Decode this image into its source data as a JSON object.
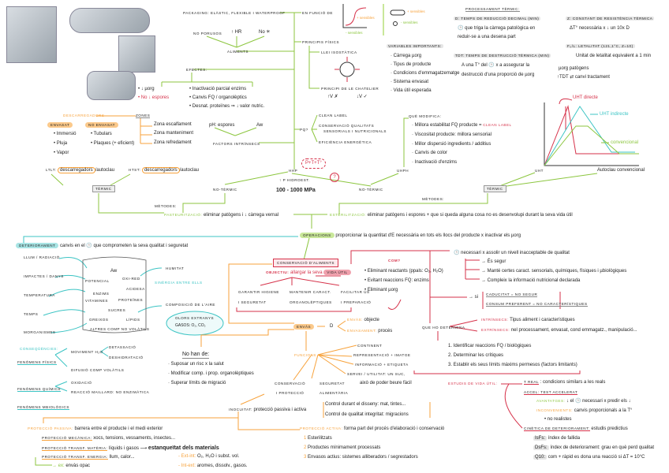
{
  "top": {
    "packaging": "PACKAGING: elàstic, flexible i waterproof",
    "en_funcio": "EN FUNCIÓ DE",
    "graph_more": "+ sensibles",
    "graph_less": "- sensibles",
    "pill_more": "+ sensibles",
    "circle_less": "- sensibles",
    "no_porusos": "NO PORUSOS",
    "hr": "↑ HR",
    "no_ice": "No ✳",
    "aliments": "ALIMENTS",
    "principis": "PRINCIPIS FÍSICS",
    "llei": "LLEI ISOSTÀTICA",
    "chatelier": "PRINCIPI DE LE CHATELIER",
    "v_up": "↑V ✗",
    "v_down": "↓V ✓",
    "efectes": "EFECTES:",
    "efectes_left": [
      "• ↓ µorg",
      "• No ↓ espores"
    ],
    "efectes_right": [
      "• Inactivació parcial enzims",
      "• Canvis FQ / organolèptics",
      "• Desnat. proteïnes ⇒ ↓ valor nutric."
    ],
    "variables_title": "VARIABLES IMPORTANTS:",
    "variables": [
      "· Càrrega µorg",
      "· Tipus de producte",
      "· Condicions d'emmagatzematge",
      "· Sistema envasat",
      "· Vida útil esperada"
    ]
  },
  "thermal": {
    "title": "PROCESSAMENT TÈRMIC:",
    "d_title": "D: TEMPS DE REDUCCIÓ DECIMAL (min)",
    "d_text": [
      "🕒 que triga la càrrega patològica en",
      "reduir-se a una desena part"
    ],
    "z_title": "z: CONSTANT DE RESISTÈNCIA TÈRMICA",
    "z_text": "ΔT° necessària x ↓ un 10x D",
    "f_title": "F₀/L: LETALITAT (121,1°C, z=10)",
    "f_text": "Unitat de letalitat equivalent a 1 min",
    "tdt_title": "TDT: TEMPS DE DESTRUCCIÓ TÈRMICA (min)",
    "tdt_text": [
      "A una T° del 🕒 x a assegurar la",
      "destrucció d'una proporció de µorg"
    ],
    "tdt_a": "µorg patògens",
    "tdt_b": "↑TDT ⇄ canvi tractament"
  },
  "chart": {
    "uht_directe": "UHT directe",
    "uht_indirecte": "UHT indirecte",
    "convencional": "convencional",
    "colors": {
      "directe": "#d6324a",
      "indirecte": "#3cc4c4",
      "convencional": "#8cc63f"
    }
  },
  "middle": {
    "descarregadors": "DESCARREGADORS",
    "zones": "ZONES",
    "zones_list": [
      "Zona escalfament",
      "Zona manteniment",
      "Zona refredament"
    ],
    "envasat": "ENVASAT",
    "no_envasat": "NO ENVASAT",
    "envasat_list": [
      "• Immersió",
      "• Pluja",
      "• Vapor"
    ],
    "no_envasat_list": [
      "• Tubulars",
      "• Plaques (+ eficient)"
    ],
    "ph": "pH: espores",
    "aw": "Aw",
    "factors": "FACTORS INTRÍNSECS",
    "pq": "PQ?",
    "pq_list": [
      "CLEAN LABEL",
      "CONSERVACIÓ QUALITATS",
      "SENSORIALS I NUTRICIONALS",
      "EFICIÈNCIA ENERGÈTICA"
    ],
    "que_modifica": "QUÈ MODIFICA:",
    "modifica_list": [
      "· Millora estabilitat FQ producte =",
      "· Viscositat producte: millora sensorial",
      "· Millor dispersió ingredients / additius",
      "· Canvis de color",
      "· Inactivació d'enzims"
    ],
    "clean_label": "CLEAN LABEL",
    "ptt": "P+T+T°",
    "hhp": "HHP",
    "hidro": "↑ P HIDROEST.",
    "mpa": "100 - 1000 MPa",
    "question": "?",
    "uhph": "UHPH",
    "uht": "UHT",
    "autoclau": "Autoclau convencional",
    "ltlt": "LTLT:",
    "htst": "HTST:",
    "desc": "descarregadors",
    "autoclau_s": "/autoclau",
    "termic": "TÈRMIC",
    "no_termic": "NO-TÈRMIC",
    "metodes": "MÈTODES:",
    "pasteur_label": "PASTEURITZACIÓ:",
    "pasteur_text": "eliminar patògens i ↓ càrrega vernal",
    "ester_label": "ESTERILITZACIÓ:",
    "ester_text": "eliminar patògens i espores + que si queda alguna cosa no es desenvolupi durant la seva vida útil",
    "operacions": "OPERACIONS",
    "operacions_text": "proporcionar la quantitat d'E necessària en tots els llocs del producte x inactivar els µorg"
  },
  "deterior": {
    "label": "DETERIORAMENT",
    "text": "canvis en el 🕒 que comprometen la seva qualitat i seguretat",
    "causes": [
      "LLUM / RADIACIÓ",
      "IMPACTES / DANYS",
      "TEMPERATURA",
      "TEMPS",
      "µORGANISMES"
    ],
    "inside": [
      "Aw",
      "POTENCIAL",
      "OXI-RED",
      "ACIDESA",
      "ENZIMS",
      "VITAMINES",
      "PROTEÏNES",
      "SUCRES",
      "GREIXOS",
      "LÍPIDS",
      "ALTRES COMP NO VOLÀTILS"
    ],
    "humitat": "HUMITAT",
    "sinergia": "SINÈRGIA ENTRE ELLS",
    "aire": "COMPOSICIÓ DE L'AIRE",
    "olors": "OLORS EXTRANYS",
    "gasos": "GASOS: O₂, CO₂",
    "consequencies": "CONSEQÜÈNCIES:",
    "fisics": "FENÒMENS FÍSICS",
    "moviment": "MOVIMENT H₂O",
    "detassacio": "DETASSACIÓ",
    "deshidratacio": "DESHIDRATACIÓ",
    "difusio": "DIFUSIÓ COMP VOLÀTILS",
    "quimics": "FENÒMENS QUÍMICS",
    "oxidacio": "OXIDACIÓ",
    "maillard": "REACCIÓ MAILLARD: NO ENZIMÀTICA",
    "biologics": "FENÒMENS µBIOLÒGICS"
  },
  "conservacio": {
    "title": "CONSERVACIÓ D'ALIMENTS",
    "objectiu": "OBJECTIU:",
    "objectiu_text": "allargar la seva",
    "vida_util": "VIDA ÚTIL",
    "goals": [
      [
        "GARANTIR HIGIENE",
        "I SEGURETAT"
      ],
      [
        "MANTENIR CARACT.",
        "ORGANOLÈPTIQUES"
      ],
      [
        "FACILITAR ÚS",
        "I PREPARACIÓ"
      ]
    ],
    "com": "COM?",
    "com_list": [
      "• Eliminant reactants (ppals: O₂, H₂O)",
      "• Evitant reaccions FQ: enzims",
      "• Eliminant µorg"
    ]
  },
  "envas": {
    "label": "ENVÀS",
    "d": "D",
    "envas_obj": "ENVÀS:",
    "objecte": "objecte",
    "envasament": "ENVASAMENT:",
    "proces": "procés",
    "no_han": "No han de:",
    "no_han_list": [
      "· Suposar un risc x la salut",
      "· Modificar comp. i prop. organolèptiques",
      "· Superar límits de migració"
    ],
    "funcions": "FUNCIONS",
    "funcions_list": [
      "CONTINENT",
      "REPRESENTACIÓ + imatge",
      "INFORMACIÓ + etiqueta",
      "SERVEI / UTILITAT: un suc,"
    ],
    "servei_note": "això de poder beure fàcil",
    "cons_prot": [
      "CONSERVACIÓ",
      "I PROTECCIÓ"
    ],
    "seguretat": [
      "SEGURETAT",
      "ALIMENTÀRIA"
    ],
    "inocuitat": "INOCUITAT:",
    "inocuitat_text": "protecció passiva i activa",
    "control": [
      "Control durant el disseny: mat, tintes...",
      "Control de qualitat integritat: migracions"
    ],
    "passiva_label": "PROTECCIÓ PASSIVA:",
    "passiva_text": "barrera entre el producte i el medi exterior",
    "mecanica": "PROTECCIÓ MECÀNICA:",
    "mecanica_text": "xocs, tensions, vessaments, insectes...",
    "materia": "PROTECCIÓ TRANSF. MATÈRIA:",
    "materia_text": "líquids i gasos ⟶",
    "estanq": "estanqueïtat dels materials",
    "energia": "PROTECCIÓ TRANSF. ENERGIA:",
    "energia_text": "llum, calor...",
    "ex": "→ ex:",
    "ex_text": "envàs opac",
    "ext_int": "- Ext-int:",
    "ext_int_text": "O₂, H₂O i subst. vol.",
    "int_ext": "- Int-ext:",
    "int_ext_text": "aromes, dissolv., gasos.",
    "activa_label": "PROTECCIÓ ACTIVA:",
    "activa_text": "forma part del procés d'elaboració i conservació",
    "activa_list": [
      [
        "1",
        "Esterilitzats"
      ],
      [
        "2",
        "Productes mínimament processats"
      ],
      [
        "3",
        "Envasos actius: sistemes alliberadors / segrestadors"
      ]
    ]
  },
  "vida": {
    "clock_text": "🕒 necessari x assolir un nivell inacceptable de qualitat",
    "list": [
      "→ És segur",
      "→ Manté certes caract. sensorials, químiques, físiques i µbiològiques",
      "→ Compleix la informació nutricional declarada"
    ],
    "si": "→ si",
    "caducitat": "CADUCITAT = NO SEGUR",
    "consum": "CONSUM PREFERENT = NO CARACTERÍSTIQUES",
    "determina": "QUE HO DETERMINA",
    "intrinsecs": "INTRÍNSECS:",
    "intrinsecs_text": "Tipus aliment i característiques",
    "extrinsecs": "EXTRÍNSECS:",
    "extrinsecs_text": "nel processament, envasat, cond emmagatz., manipulació...",
    "steps": [
      "1. Identificar reaccions FQ / biològiques",
      "2. Determinar les crítiques",
      "3. Establir els seus límits màxims permesos (factors limitants)"
    ],
    "estudis": "ESTUDIS DE VIDA ÚTIL:",
    "real": "T REAL",
    "real_text": ": condicions similars a les reals",
    "accel": "ACCEL: TEST ACCELERAT",
    "avantatges": "AVANTATGES:",
    "avantatges_text": "↓ el 🕒 necessari x predir els ↓",
    "inconvenients": "INCONVENIENTS:",
    "inconvenients_text": "canvis proporcionals a la T°",
    "no_realistes": "• no realistes",
    "cinetica": "CINÈTICA DE DETERIORAMENT:",
    "cinetica_text": "estudis predictius",
    "indices": [
      [
        "IsFs:",
        "índex de fallida"
      ],
      [
        "DsFs:",
        "índex de deteriorament: grau en què perd qualitat"
      ],
      [
        "Q10:",
        "com + ràpid es dona una reacció si ΔT = 10°C"
      ]
    ]
  }
}
